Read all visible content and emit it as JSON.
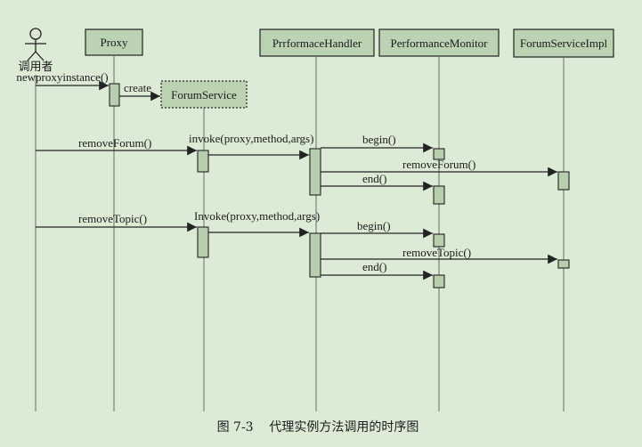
{
  "colors": {
    "background": "#dcebd6",
    "box_fill": "#bcd3b3",
    "activation_fill": "#b7cfae",
    "line": "#222222",
    "lifeline": "#6a6a6a"
  },
  "actor": {
    "icon": "stick-figure-icon",
    "label": "调用者"
  },
  "participants": {
    "proxy": "Proxy",
    "forum_service": "ForumService",
    "handler": "PrrformaceHandler",
    "monitor": "PerformanceMonitor",
    "impl": "ForumServiceImpl"
  },
  "messages": {
    "new_proxy": "newproxyinstance()",
    "create": "create",
    "remove_forum": "removeForum()",
    "invoke_1": "invoke(proxy,method,args)",
    "begin_1": "begin()",
    "impl_remove_forum": "removeForum()",
    "end_1": "end()",
    "remove_topic": "removeTopic()",
    "invoke_2": "Invoke(proxy,method,args)",
    "begin_2": "begin()",
    "impl_remove_topic": "removeTopic()",
    "end_2": "end()"
  },
  "caption": "图 7-3    代理实例方法调用的时序图"
}
